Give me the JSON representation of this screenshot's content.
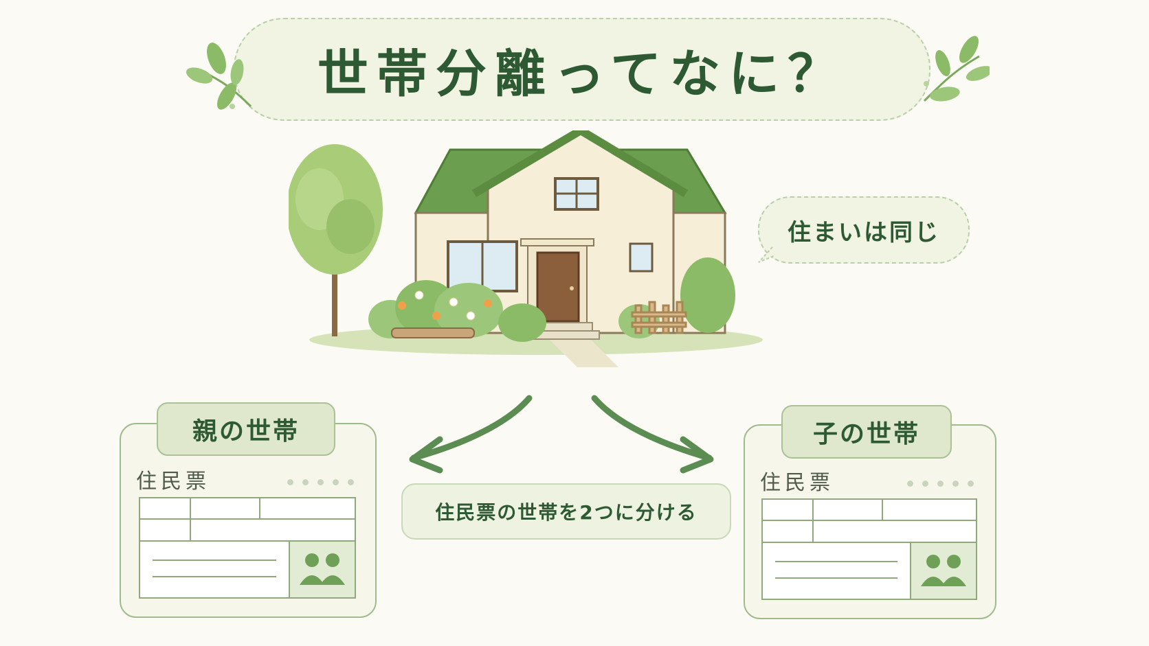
{
  "title": "世帯分離ってなに？",
  "bubble_text": "住まいは同じ",
  "center_label": "住民票の世帯を2つに分ける",
  "parent_card": {
    "tag": "親の世帯",
    "label": "住民票"
  },
  "child_card": {
    "tag": "子の世帯",
    "label": "住民票"
  },
  "colors": {
    "background": "#fbfaf4",
    "accent_green": "#2e5a33",
    "roof_green": "#6b9e4e",
    "leaf_green": "#8cbb68",
    "house_wall": "#f6eed7",
    "door_brown": "#8b5e3c"
  },
  "icons": [
    "leaf-icon",
    "house-illustration",
    "tree-illustration",
    "arrow-icon",
    "person-pair-icon"
  ]
}
